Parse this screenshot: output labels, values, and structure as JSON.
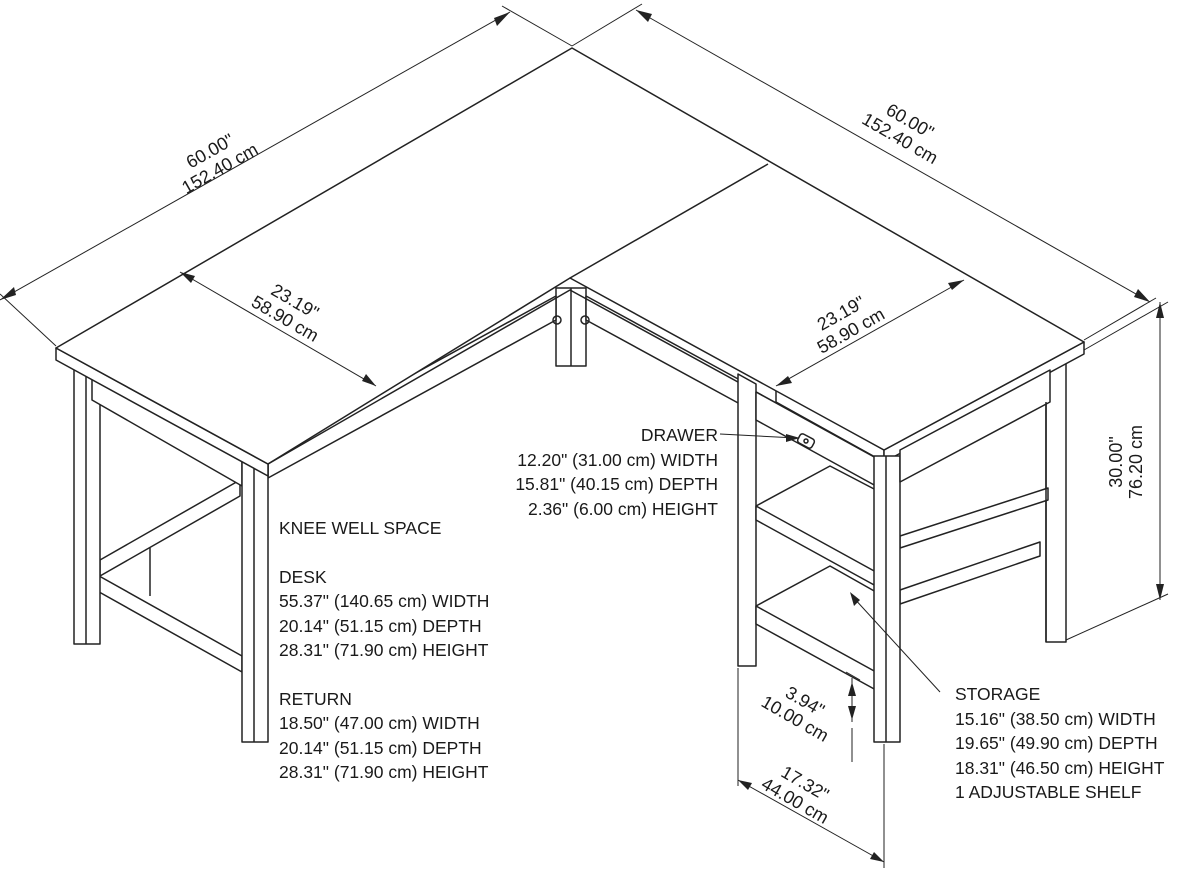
{
  "dimensions": {
    "left_length": [
      "60.00\"",
      "152.40 cm"
    ],
    "right_length": [
      "60.00\"",
      "152.40 cm"
    ],
    "left_depth": [
      "23.19\"",
      "58.90 cm"
    ],
    "right_depth": [
      "23.19\"",
      "58.90 cm"
    ],
    "height": [
      "30.00\"",
      "76.20 cm"
    ],
    "shelf_gap": [
      "3.94\"",
      "10.00 cm"
    ],
    "pedestal": [
      "17.32\"",
      "44.00 cm"
    ]
  },
  "drawer": {
    "title": "DRAWER",
    "width": "12.20\" (31.00 cm) WIDTH",
    "depth": "15.81\" (40.15 cm) DEPTH",
    "height": "2.36\" (6.00 cm) HEIGHT"
  },
  "knee_well": {
    "title": "KNEE WELL SPACE",
    "desk": {
      "title": "DESK",
      "width": "55.37\" (140.65 cm) WIDTH",
      "depth": "20.14\" (51.15 cm) DEPTH",
      "height": "28.31\" (71.90 cm) HEIGHT"
    },
    "return": {
      "title": "RETURN",
      "width": "18.50\" (47.00 cm) WIDTH",
      "depth": "20.14\" (51.15 cm) DEPTH",
      "height": "28.31\" (71.90 cm) HEIGHT"
    }
  },
  "storage": {
    "title": "STORAGE",
    "width": "15.16\" (38.50 cm) WIDTH",
    "depth": "19.65\" (49.90 cm) DEPTH",
    "height": "18.31\" (46.50 cm) HEIGHT",
    "shelf": "1 ADJUSTABLE SHELF"
  }
}
